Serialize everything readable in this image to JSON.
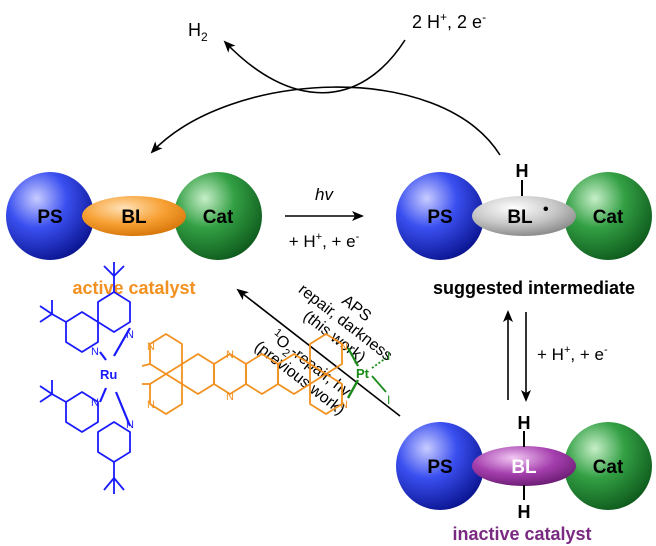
{
  "cycle": {
    "h2": "H",
    "h2_sub": "2",
    "protons_electrons": "2 H",
    "plus": "+",
    "protons_electrons_tail": ", 2 e",
    "minus": "-"
  },
  "active": {
    "ps": "PS",
    "bl": "BL",
    "cat": "Cat",
    "label": "active catalyst",
    "label_color": "#f39120",
    "bl_color": "#f39120"
  },
  "intermediate": {
    "ps": "PS",
    "bl": "BL",
    "radical": "•",
    "cat": "Cat",
    "h": "H",
    "label": "suggested intermediate",
    "bl_color": "#bfbfbf"
  },
  "inactive": {
    "ps": "PS",
    "bl": "BL",
    "cat": "Cat",
    "h_top": "H",
    "h_bottom": "H",
    "label": "inactive catalyst",
    "label_color": "#7b2a82",
    "bl_color": "#9b3aa0"
  },
  "arrow_forward": {
    "top": "hv",
    "bottom_prefix": "+ H",
    "bottom_plus": "+",
    "bottom_mid": ", + e",
    "bottom_minus": "-"
  },
  "arrow_vertical": {
    "prefix": "+ H",
    "plus": "+",
    "mid": ", + e",
    "minus": "-"
  },
  "repair": {
    "line1": "APS",
    "line2": "repair, darkness",
    "line3": "(this work)",
    "line4_sup": "1",
    "line4_main": "O",
    "line4_sub": "2",
    "line4_tail": "-repair, hv",
    "line5": "(previous work)"
  },
  "molecule": {
    "ru": "Ru",
    "pt": "Pt",
    "iodide1": "I",
    "iodide2": "I",
    "n": "N",
    "ru_color": "#1a1aff",
    "bridge_color": "#f39120",
    "pt_color": "#1a8a1a"
  },
  "colors": {
    "ps_sphere": "#2a3fdc",
    "cat_sphere": "#2e8b3a"
  }
}
